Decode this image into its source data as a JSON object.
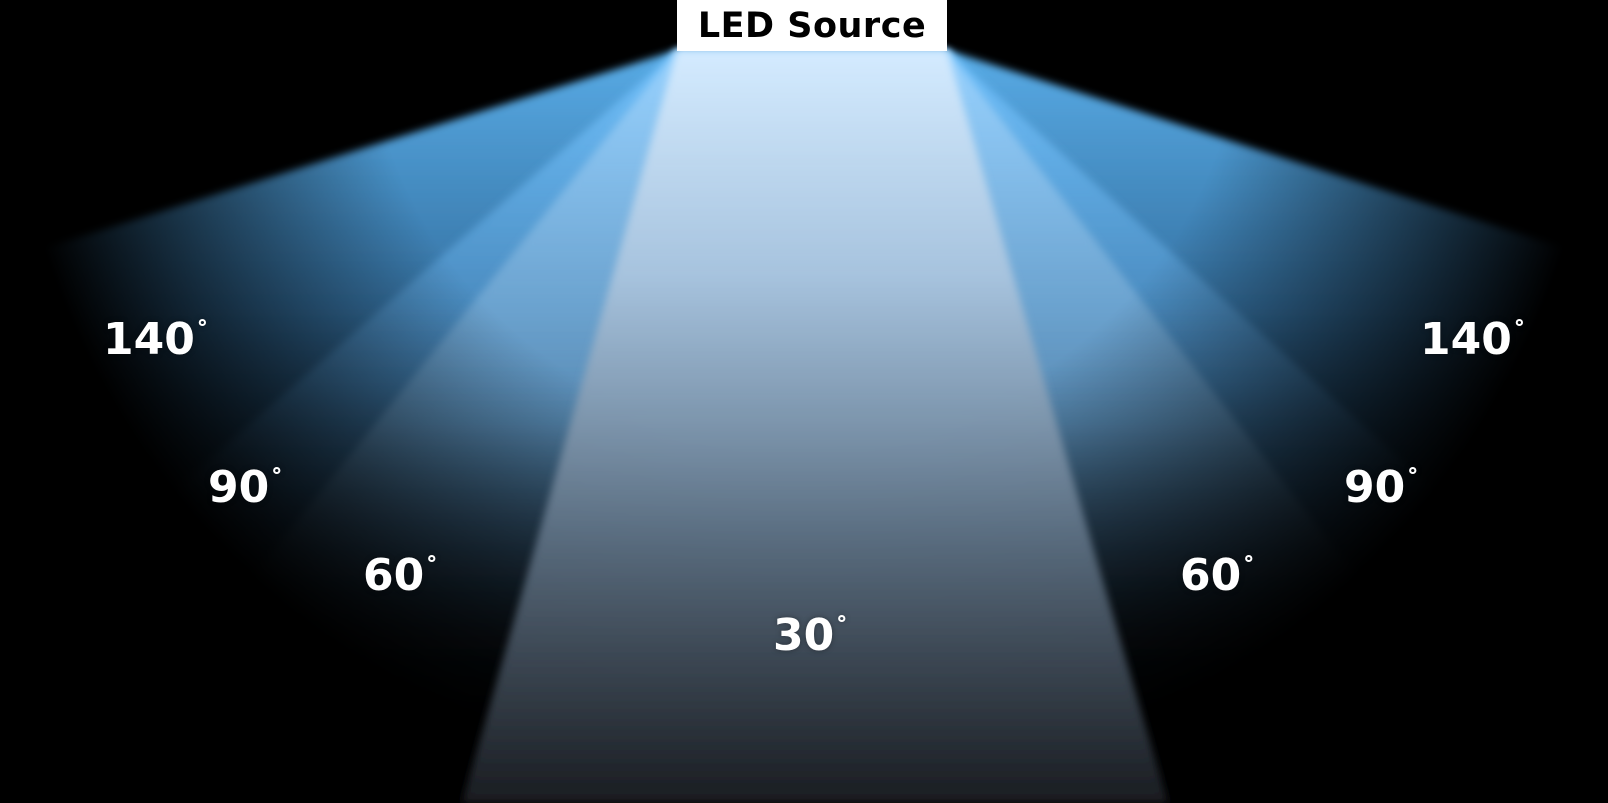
{
  "source": {
    "label": "LED Source"
  },
  "beams": [
    {
      "angle": "140",
      "degree_symbol": "˚"
    },
    {
      "angle": "90",
      "degree_symbol": "˚"
    },
    {
      "angle": "60",
      "degree_symbol": "˚"
    },
    {
      "angle": "30",
      "degree_symbol": "˚"
    }
  ],
  "colors": {
    "background": "#000000",
    "beam_blue": "#5bb6ff",
    "core_light": "#d6ecff",
    "source_box": "#ffffff",
    "source_text": "#000000",
    "label_text": "#ffffff"
  }
}
